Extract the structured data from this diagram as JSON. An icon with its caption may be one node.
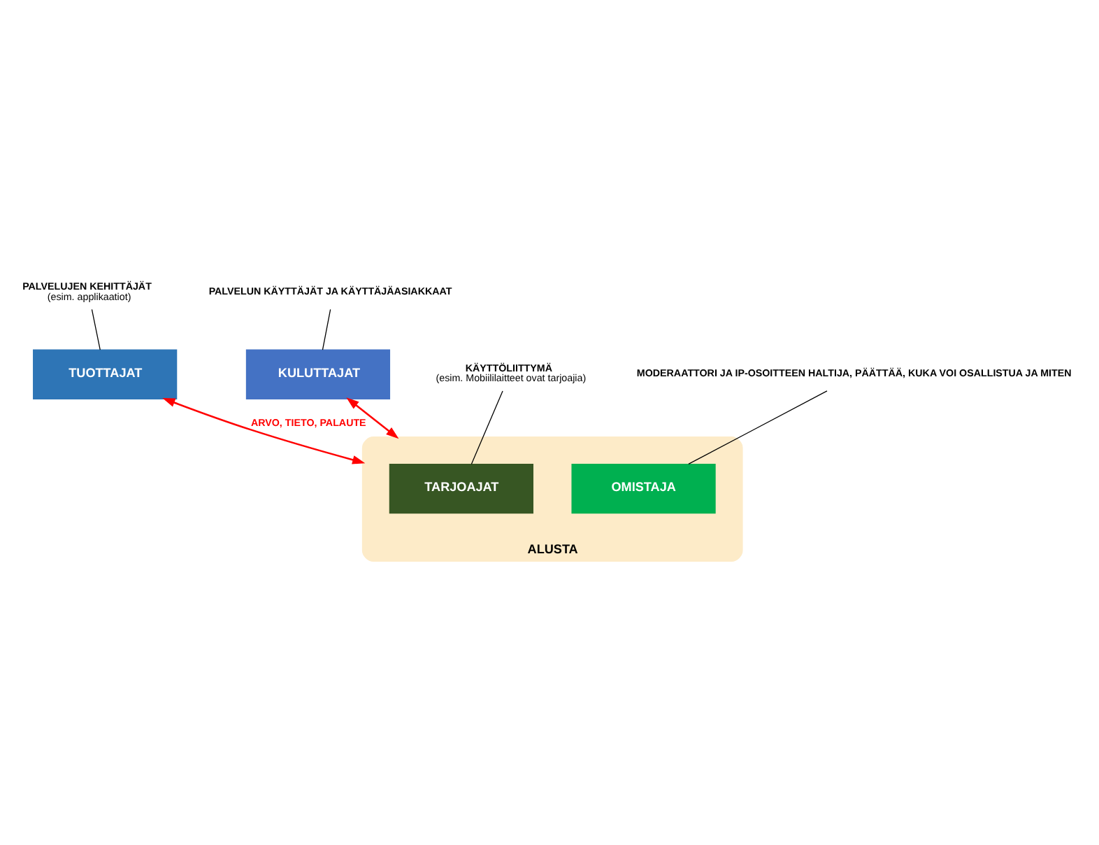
{
  "diagram": {
    "nodes": [
      {
        "text": [
          "PALVELUJEN KEHITTÄJÄT",
          "(esim. applikaatiot)"
        ]
      },
      {
        "text": [
          "PALVELUN KÄYTTÄJÄT JA KÄYTTÄJÄASIAKKAAT"
        ]
      },
      {
        "text": [
          "TUOTTAJAT"
        ]
      },
      {
        "text": [
          "KULUTTAJAT"
        ]
      },
      {
        "text": [
          "ALUSTA"
        ]
      },
      {
        "text": [
          "KÄYTTÖLIITTYMÄ",
          "(esim. Mobiililaitteet ovat tarjoajia)"
        ]
      },
      {
        "text": [
          "TARJOAJAT"
        ],
        "in": 4
      },
      {
        "text": [
          "OMISTAJA"
        ],
        "in": 4
      },
      {
        "text": [
          "MODERAATTORI JA IP-OSOITTEEN HALTIJA, PÄÄTTÄÄ, KUKA VOI OSALLISTUA JA MITEN"
        ]
      }
    ],
    "edges": [
      {
        "from": 0,
        "to": 2,
        "arrow": "none"
      },
      {
        "from": 1,
        "to": 3,
        "arrow": "none"
      },
      {
        "from": 2,
        "to": 4,
        "arrow": "both",
        "color": "#ff0000",
        "label": "ARVO, TIETO, PALAUTE"
      },
      {
        "from": 3,
        "to": 4,
        "arrow": "both",
        "color": "#ff0000"
      },
      {
        "from": 5,
        "to": 6,
        "arrow": "none"
      },
      {
        "from": 8,
        "to": 7,
        "arrow": "none"
      }
    ]
  }
}
